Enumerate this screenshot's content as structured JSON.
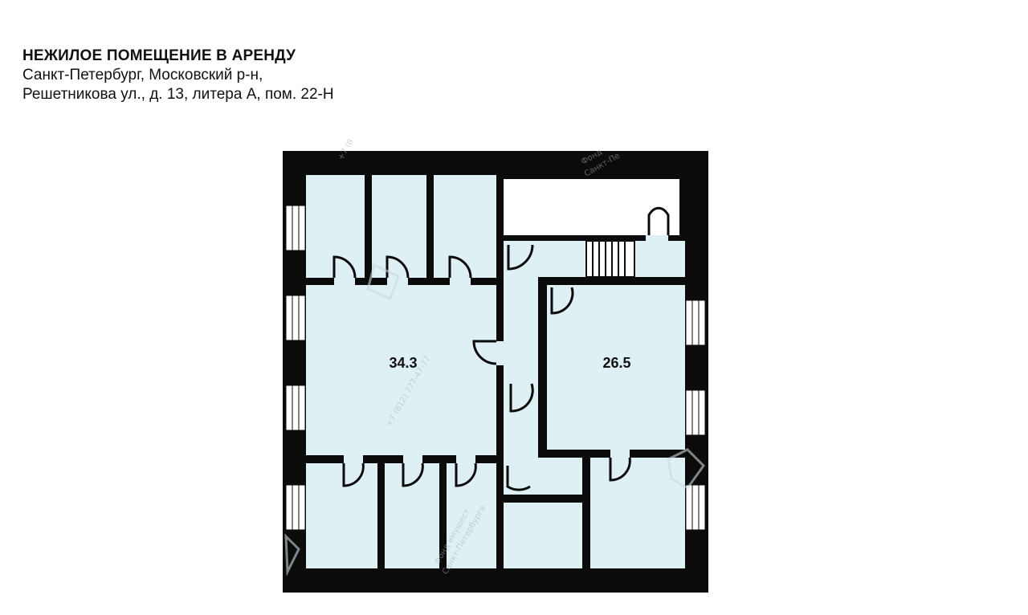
{
  "header": {
    "title": "НЕЖИЛОЕ ПОМЕЩЕНИЕ В АРЕНДУ",
    "address_line1": "Санкт-Петербург, Московский р-н,",
    "address_line2": "Решетникова ул., д. 13, литера А, пом. 22-Н"
  },
  "plan": {
    "room_fill": "#dff0f5",
    "wall_color": "#0b0b0b",
    "area_left": "34.3",
    "area_right": "26.5"
  },
  "watermarks": {
    "top_phone": "+7 (8",
    "top_fund1": "Фонд",
    "top_fund2": "Санкт-Пе",
    "mid_phone": "+7 (812) 777-47-77",
    "bottom_fund1": "Фонд имущест",
    "bottom_fund2": "Санкт-Петербурга"
  }
}
